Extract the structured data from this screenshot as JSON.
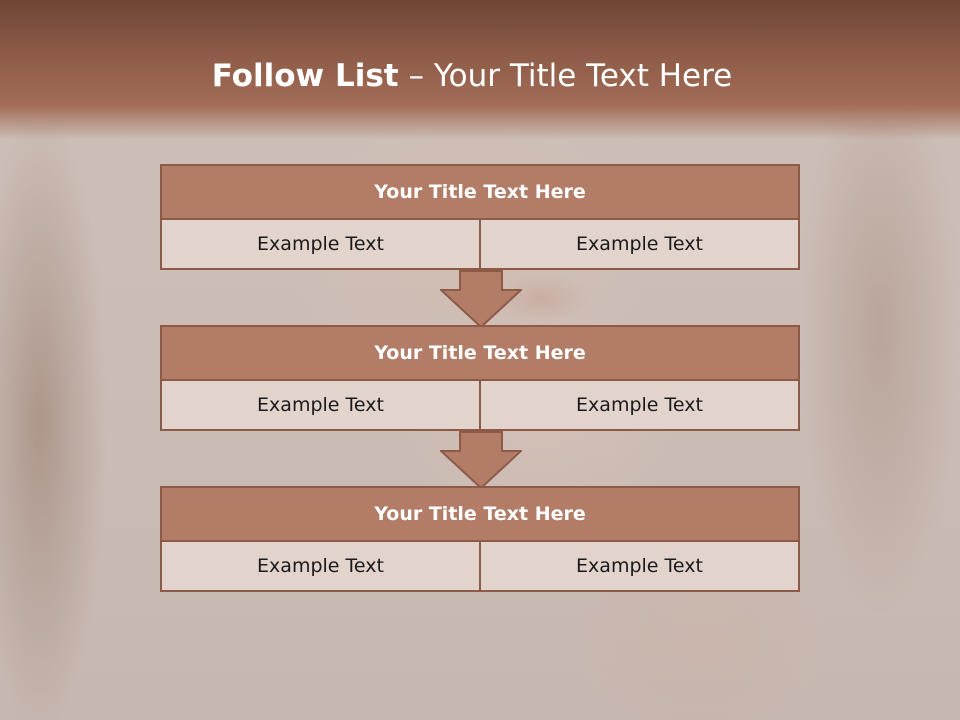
{
  "slide": {
    "title_strong": "Follow List",
    "title_rest": " – Your Title Text Here"
  },
  "blocks": [
    {
      "title": "Your Title Text Here",
      "left": "Example Text",
      "right": "Example Text"
    },
    {
      "title": "Your Title Text Here",
      "left": "Example Text",
      "right": "Example Text"
    },
    {
      "title": "Your Title Text Here",
      "left": "Example Text",
      "right": "Example Text"
    }
  ],
  "colors": {
    "header": "#8e5c48",
    "box_title": "#b27c67",
    "box_border": "#8c5a46",
    "box_cell": "#e3d3cd"
  },
  "icons": [
    "down-arrow-icon",
    "down-arrow-icon"
  ]
}
